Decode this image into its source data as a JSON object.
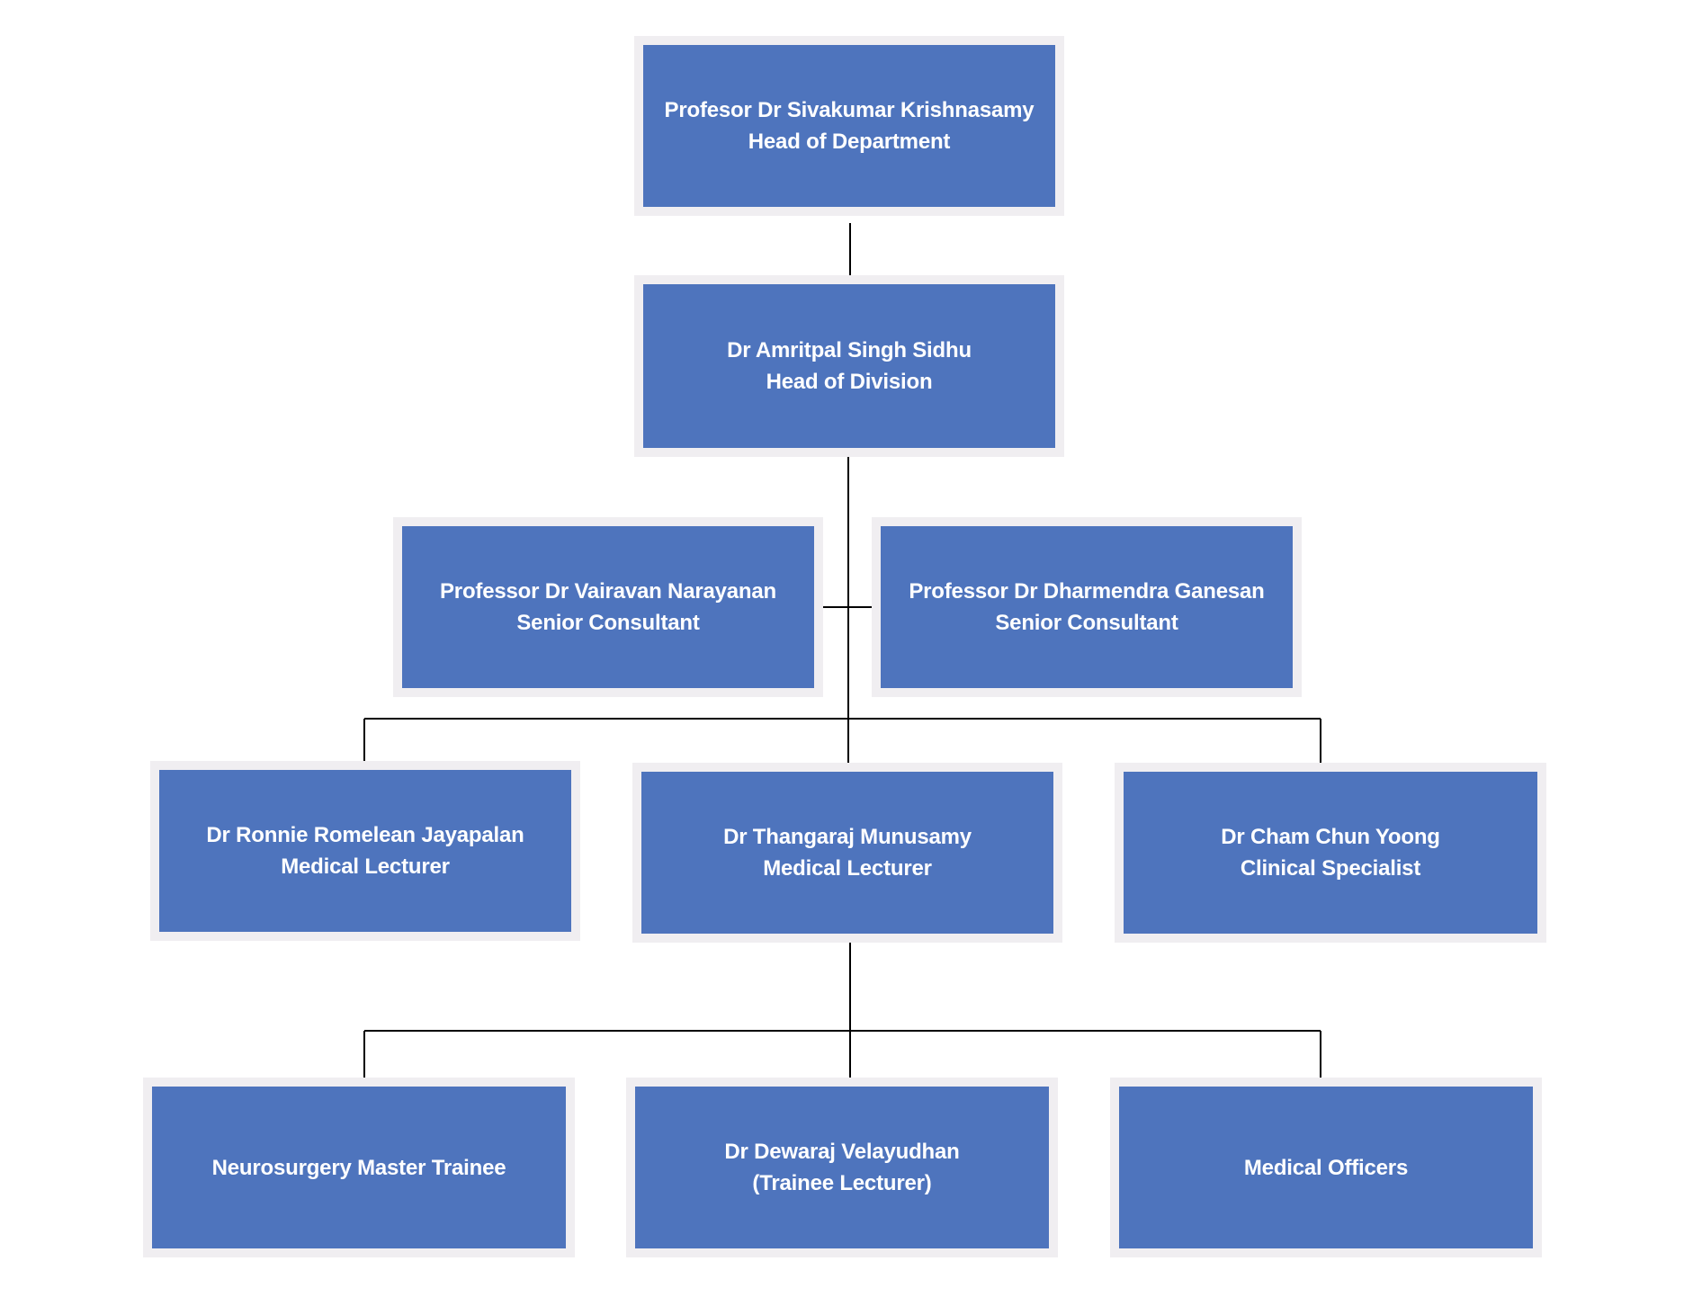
{
  "colors": {
    "node_fill": "#4e74bd",
    "node_border": "#f0eef1",
    "node_text": "#ffffff",
    "connector": "#000000"
  },
  "nodes": [
    {
      "id": "hod",
      "name": "Profesor Dr Sivakumar Krishnasamy",
      "role": "Head of Department"
    },
    {
      "id": "hodiv",
      "name": "Dr Amritpal Singh Sidhu",
      "role": "Head of Division"
    },
    {
      "id": "sc1",
      "name": "Professor Dr Vairavan Narayanan",
      "role": "Senior Consultant"
    },
    {
      "id": "sc2",
      "name": "Professor Dr Dharmendra Ganesan",
      "role": "Senior Consultant"
    },
    {
      "id": "ml1",
      "name": "Dr Ronnie Romelean Jayapalan",
      "role": "Medical Lecturer"
    },
    {
      "id": "ml2",
      "name": "Dr Thangaraj Munusamy",
      "role": "Medical Lecturer"
    },
    {
      "id": "cs",
      "name": "Dr Cham Chun Yoong",
      "role": "Clinical Specialist"
    },
    {
      "id": "nmt",
      "name": "Neurosurgery Master Trainee",
      "role": ""
    },
    {
      "id": "tl",
      "name": "Dr Dewaraj Velayudhan",
      "role": "(Trainee Lecturer)"
    },
    {
      "id": "mo",
      "name": "Medical Officers",
      "role": ""
    }
  ],
  "edges": [
    {
      "from": "hod",
      "to": "hodiv"
    },
    {
      "from": "hodiv",
      "to": "sc1"
    },
    {
      "from": "hodiv",
      "to": "sc2"
    },
    {
      "from": "hodiv",
      "to": "ml1"
    },
    {
      "from": "hodiv",
      "to": "ml2"
    },
    {
      "from": "hodiv",
      "to": "cs"
    },
    {
      "from": "ml2",
      "to": "nmt"
    },
    {
      "from": "ml2",
      "to": "tl"
    },
    {
      "from": "ml2",
      "to": "mo"
    }
  ]
}
